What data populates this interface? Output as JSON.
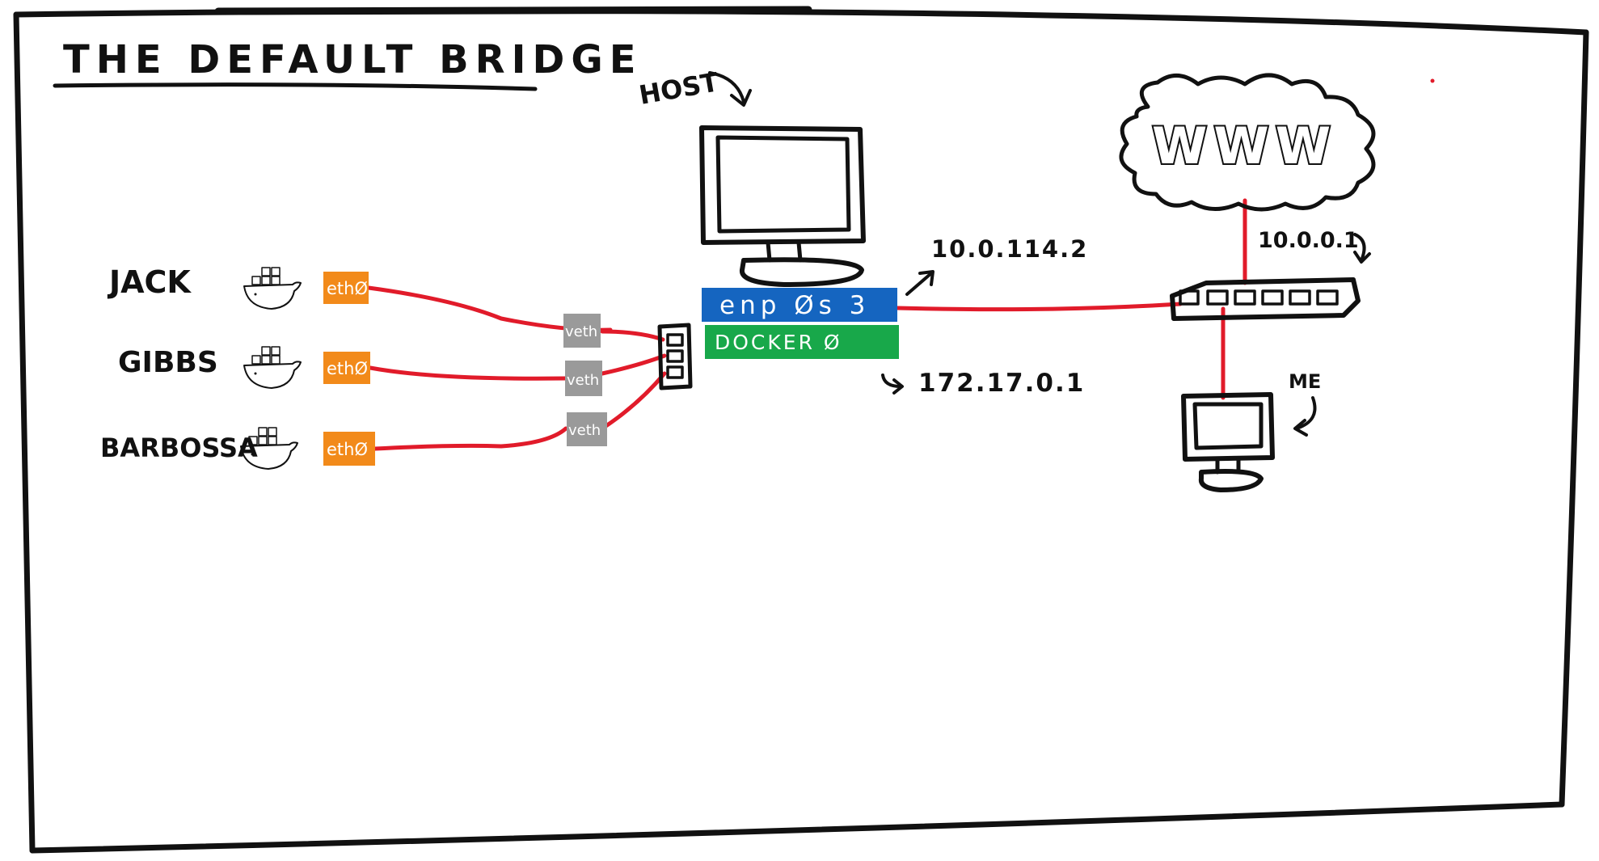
{
  "title": "THE DEFAULT BRIDGE",
  "host_label": "HOST",
  "me_label": "ME",
  "cloud_label": "WWW",
  "interfaces": {
    "enp": "enp Øs 3",
    "docker": "DOCKER Ø"
  },
  "ips": {
    "enp_ip": "10.0.114.2",
    "docker_ip": "172.17.0.1",
    "router_ip": "10.0.0.1"
  },
  "containers": [
    {
      "name": "JACK",
      "eth": "ethØ",
      "veth": "veth"
    },
    {
      "name": "GIBBS",
      "eth": "ethØ",
      "veth": "veth"
    },
    {
      "name": "BARBOSSA",
      "eth": "ethØ",
      "veth": "veth"
    }
  ],
  "colors": {
    "wire": "#e11b2a",
    "eth_box": "#f28a1a",
    "veth_box": "#9a9a9a",
    "enp_box": "#1565c0",
    "docker_box": "#18a84a",
    "border": "#111111"
  },
  "icons": [
    "docker-whale-icon",
    "monitor-icon",
    "network-switch-icon",
    "cloud-icon",
    "arrow-icon"
  ]
}
